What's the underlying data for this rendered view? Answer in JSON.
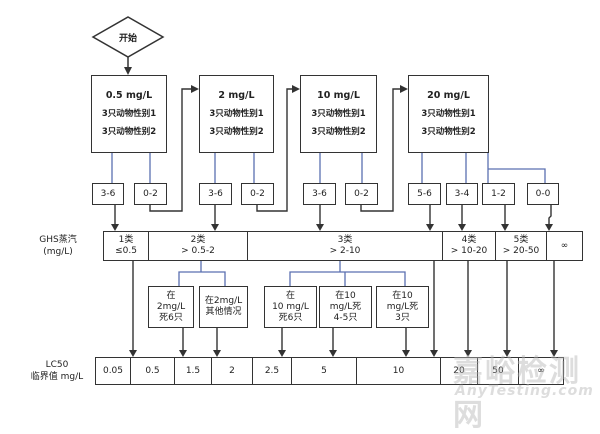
{
  "start": {
    "label": "开始"
  },
  "dose_boxes": [
    {
      "concentration": "0.5 mg/L",
      "line1": "3只动物性别1",
      "line2": "3只动物性别2"
    },
    {
      "concentration": "2 mg/L",
      "line1": "3只动物性别1",
      "line2": "3只动物性别2"
    },
    {
      "concentration": "10 mg/L",
      "line1": "3只动物性别1",
      "line2": "3只动物性别2"
    },
    {
      "concentration": "20 mg/L",
      "line1": "3只动物性别1",
      "line2": "3只动物性别2"
    }
  ],
  "results": [
    {
      "dose": 0,
      "label": "3-6"
    },
    {
      "dose": 0,
      "label": "0-2"
    },
    {
      "dose": 1,
      "label": "3-6"
    },
    {
      "dose": 1,
      "label": "0-2"
    },
    {
      "dose": 2,
      "label": "3-6"
    },
    {
      "dose": 2,
      "label": "0-2"
    },
    {
      "dose": 3,
      "label": "5-6"
    },
    {
      "dose": 3,
      "label": "3-4"
    },
    {
      "dose": 3,
      "label": "1-2"
    },
    {
      "dose": 3,
      "label": "0-0"
    }
  ],
  "ghs_row": {
    "label_line1": "GHS蒸汽",
    "label_line2": "(mg/L)",
    "cells": [
      {
        "category": "1类",
        "range": "≤0.5"
      },
      {
        "category": "2类",
        "range": "> 0.5-2"
      },
      {
        "category": "3类",
        "range": "> 2-10"
      },
      {
        "category": "4类",
        "range": "> 10-20"
      },
      {
        "category": "5类",
        "range": "> 20-50"
      },
      {
        "category": "",
        "range": "∞"
      }
    ]
  },
  "sub_conditions": [
    {
      "line1": "在",
      "line2": "2mg/L",
      "line3": "死6只"
    },
    {
      "line1": "在2mg/L",
      "line2": "其他情况",
      "line3": ""
    },
    {
      "line1": "在",
      "line2": "10 mg/L",
      "line3": "死6只"
    },
    {
      "line1": "在10",
      "line2": "mg/L死",
      "line3": "4-5只"
    },
    {
      "line1": "在10",
      "line2": "mg/L死",
      "line3": "3只"
    }
  ],
  "lc50_row": {
    "label_line1": "LC50",
    "label_line2": "临界值 mg/L",
    "cells": [
      "0.05",
      "0.5",
      "1.5",
      "2",
      "2.5",
      "5",
      "10",
      "20",
      "50",
      "∞"
    ]
  },
  "watermark": {
    "line1": "嘉峪检测网",
    "line2": "AnyTesting.com"
  },
  "colors": {
    "stroke": "#333333",
    "blue_connector": "#5a6fb0"
  }
}
